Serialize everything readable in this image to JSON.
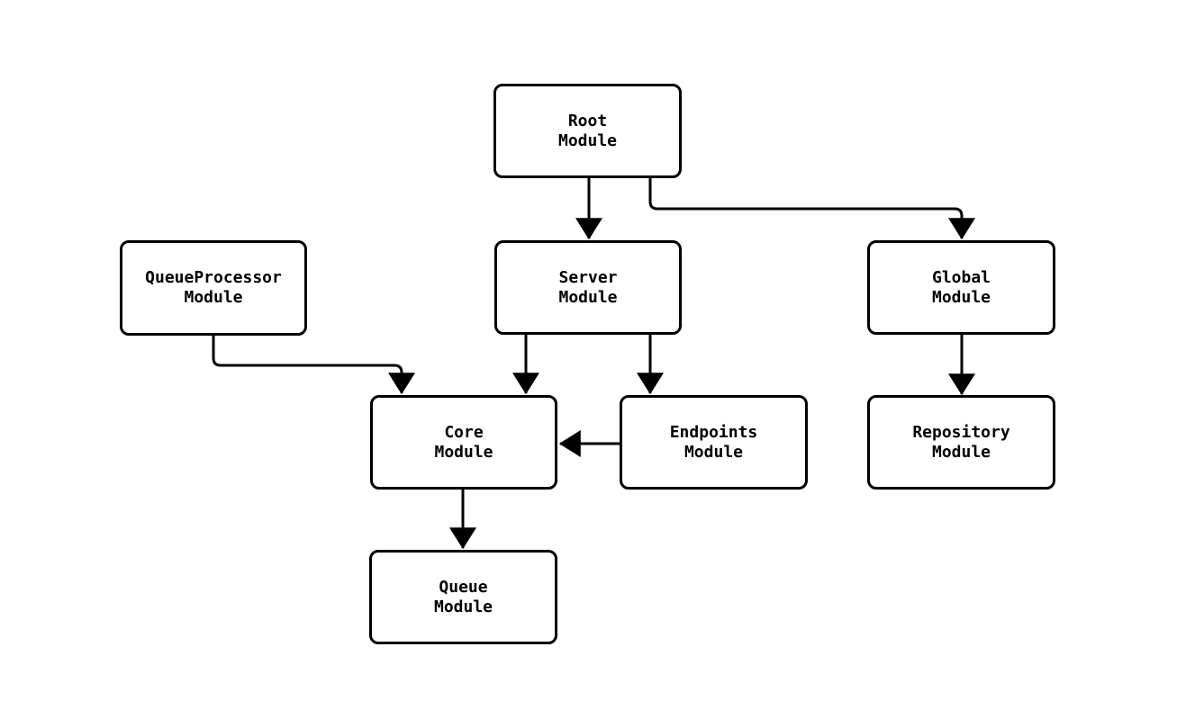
{
  "diagram": {
    "type": "module-dependency-graph",
    "background_color": "#ffffff",
    "node_fill_color": "#ffffff",
    "node_border_color": "#000000",
    "edge_color": "#000000",
    "text_color": "#000000",
    "nodes": {
      "root": {
        "label": "Root\nModule"
      },
      "queue_processor": {
        "label": "QueueProcessor\nModule"
      },
      "server": {
        "label": "Server\nModule"
      },
      "global": {
        "label": "Global\nModule"
      },
      "core": {
        "label": "Core\nModule"
      },
      "endpoints": {
        "label": "Endpoints\nModule"
      },
      "repository": {
        "label": "Repository\nModule"
      },
      "queue": {
        "label": "Queue\nModule"
      }
    },
    "edges": [
      {
        "from": "Root Module",
        "to": "Server Module"
      },
      {
        "from": "Root Module",
        "to": "Global Module"
      },
      {
        "from": "QueueProcessor Module",
        "to": "Core Module"
      },
      {
        "from": "Server Module",
        "to": "Core Module"
      },
      {
        "from": "Server Module",
        "to": "Endpoints Module"
      },
      {
        "from": "Endpoints Module",
        "to": "Core Module"
      },
      {
        "from": "Global Module",
        "to": "Repository Module"
      },
      {
        "from": "Core Module",
        "to": "Queue Module"
      }
    ]
  }
}
